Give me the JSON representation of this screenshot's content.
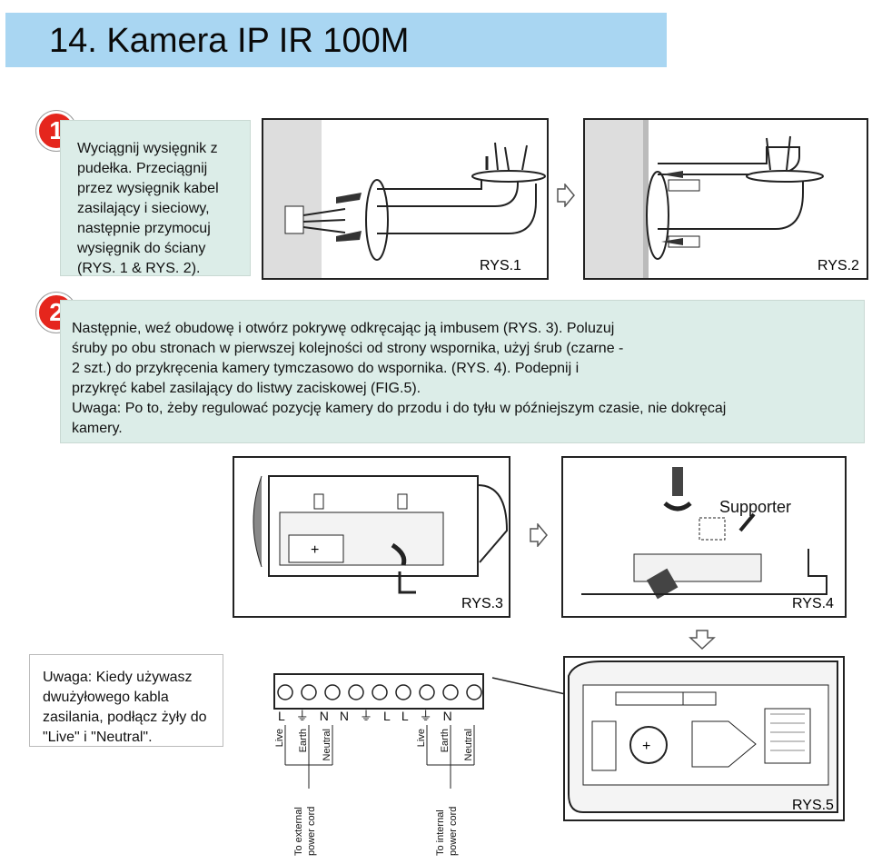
{
  "title": "14. Kamera IP IR 100M",
  "step1": {
    "number": "1",
    "text": "Wyciągnij wysięgnik z pudełka. Przeciągnij przez wysięgnik kabel zasilający i sieciowy, następnie przymocuj wysięgnik do ściany (RYS. 1 & RYS. 2)."
  },
  "step2": {
    "number": "2",
    "line1": "Następnie, weź obudowę i otwórz pokrywę odkręcając ją imbusem (RYS. 3). Poluzuj",
    "line2": "śruby po obu stronach w pierwszej kolejności od strony wspornika, użyj śrub (czarne -",
    "line3": "2 szt.) do przykręcenia kamery tymczasowo do wspornika. (RYS. 4). Podepnij i",
    "line4": "przykręć kabel zasilający do listwy zaciskowej (FIG.5).",
    "line5": "Uwaga: Po to, żeby regulować pozycję kamery do przodu i do tyłu w późniejszym czasie, nie dokręcaj",
    "line6": "kamery."
  },
  "figures": {
    "rys1": "RYS.1",
    "rys2": "RYS.2",
    "rys3": "RYS.3",
    "rys4": "RYS.4",
    "rys5": "RYS.5",
    "supporter": "Supporter"
  },
  "note": {
    "line1": "Uwaga: Kiedy używasz",
    "line2": "dwużyłowego kabla",
    "line3": "zasilania, podłącz żyły do",
    "line4": "\"Live\" i \"Neutral\"."
  },
  "terminal": {
    "labels": [
      "L",
      "⏚",
      "N",
      "N",
      "⏚",
      "L",
      "L",
      "⏚",
      "N"
    ],
    "group1": [
      "Live",
      "Earth",
      "Neutral"
    ],
    "group2": [
      "Live",
      "Earth",
      "Neutral"
    ],
    "cord1": [
      "To external",
      "power cord"
    ],
    "cord2": [
      "To internal",
      "power cord"
    ]
  }
}
